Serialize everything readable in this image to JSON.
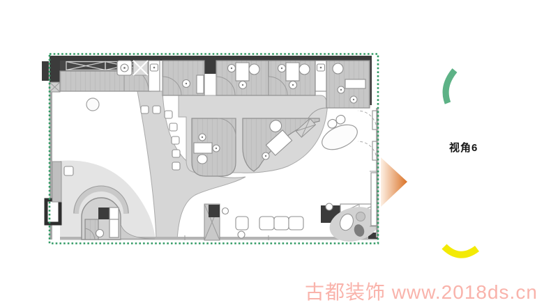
{
  "view_label": {
    "text": "视角6"
  },
  "watermark": {
    "text": "古都装饰 www.2018ds.cn"
  },
  "colors": {
    "plan_border_dash": "#319a64",
    "arrow_gradient_start": "#fdf0e4",
    "arrow_gradient_end": "#da7226",
    "green_arc": "#5db286",
    "yellow_arc": "#f3ea05",
    "wall_dark": "#3b3b3b",
    "room_floor": "#c7c7c7",
    "corridor_band": "#d6d6d6",
    "rug": "#e4e4e4",
    "outline": "#8f8f8f",
    "watermark_text": "#f9b3ab"
  },
  "icons": {
    "arrow": "view-direction-arrow",
    "green_arc": "green-arc-marker",
    "yellow_arc": "yellow-arc-marker"
  }
}
